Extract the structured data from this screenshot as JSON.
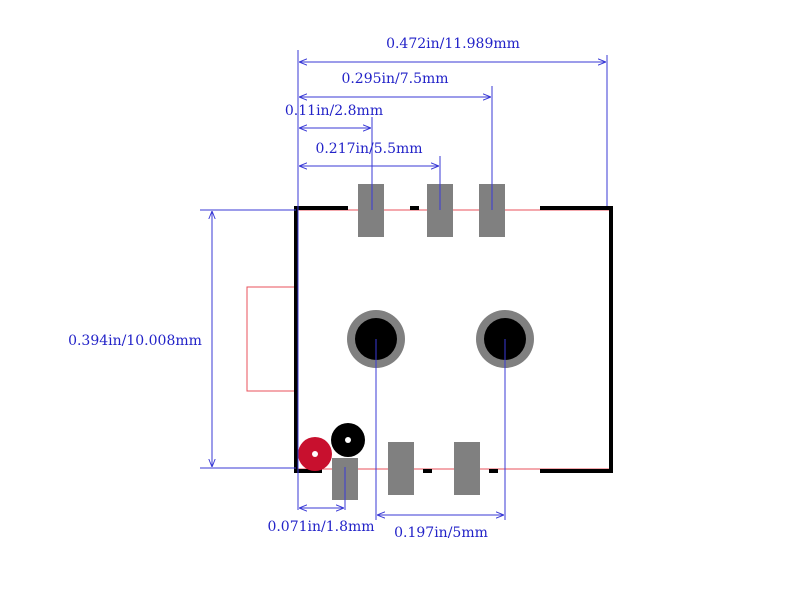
{
  "colors": {
    "dimension": "#3a3ad6",
    "outline": "#000000",
    "courtyard": "#e8505b",
    "pad": "#808080",
    "hole_ring": "#808080",
    "hole": "#000000",
    "pin1_marker": "#c8102e",
    "fiducial": "#000000"
  },
  "dimensions": {
    "overall_width": "0.472in/11.989mm",
    "pad_span": "0.295in/7.5mm",
    "pad_offset": "0.11in/2.8mm",
    "mid_pad_span": "0.217in/5.5mm",
    "body_height": "0.394in/10.008mm",
    "bottom_pad_offset": "0.071in/1.8mm",
    "hole_spacing": "0.197in/5mm"
  }
}
